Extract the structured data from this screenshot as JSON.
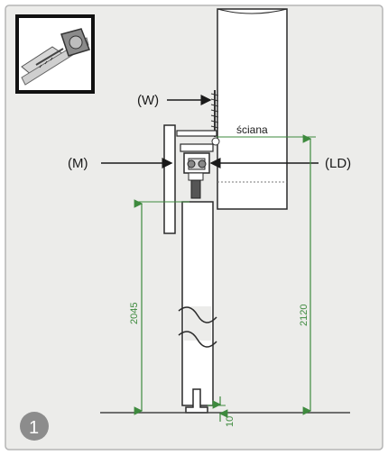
{
  "labels": {
    "w": "(W)",
    "m": "(M)",
    "ld": "(LD)",
    "wall": "ściana"
  },
  "dimensions": {
    "floor_clearance": "10",
    "door_height": "2045",
    "rail_height": "2120"
  },
  "step_number": "1",
  "colors": {
    "background": "#ececea",
    "dimension_line": "#3e8a3e",
    "outline": "#2a2a2a"
  }
}
